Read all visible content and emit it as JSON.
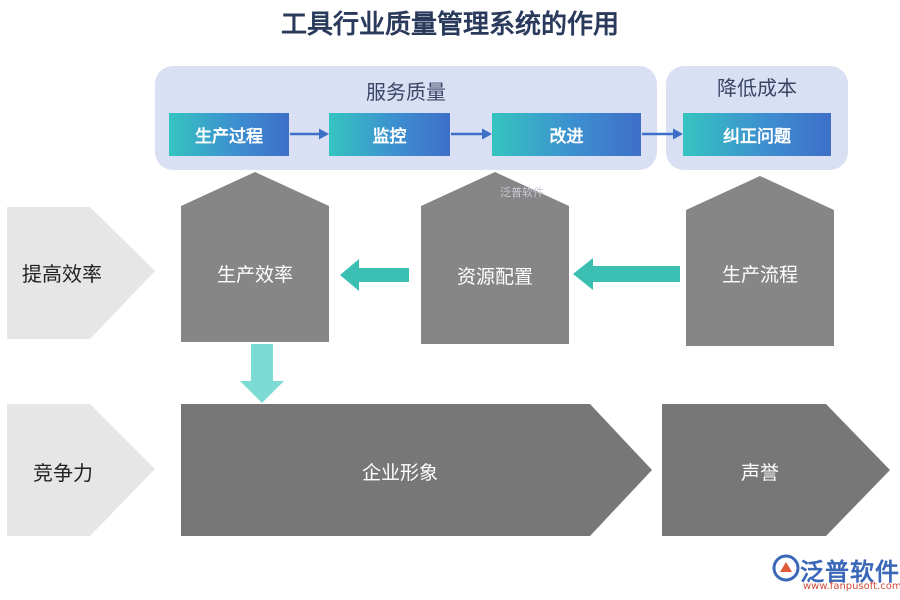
{
  "title": "工具行业质量管理系统的作用",
  "panels": {
    "service": "服务质量",
    "cost": "降低成本"
  },
  "steps": [
    "生产过程",
    "监控",
    "改进",
    "纠正问题"
  ],
  "houses": [
    "生产效率",
    "资源配置",
    "生产流程"
  ],
  "side_labels": [
    "提高效率",
    "竞争力"
  ],
  "big_arrows": [
    "企业形象",
    "声誉"
  ],
  "watermark": "泛普软件",
  "brand": {
    "name": "泛普软件",
    "url": "www.fanpusoft.com"
  },
  "colors": {
    "panel": "#d9e0f3",
    "step_start": "#35c4c0",
    "step_end": "#3e6fc8",
    "house": "#868686",
    "teal_arrow": "#3bbfb3",
    "down_arrow": "#7ddbd5",
    "side_chevron": "#e6e6e6",
    "big_arrow": "#777777"
  }
}
